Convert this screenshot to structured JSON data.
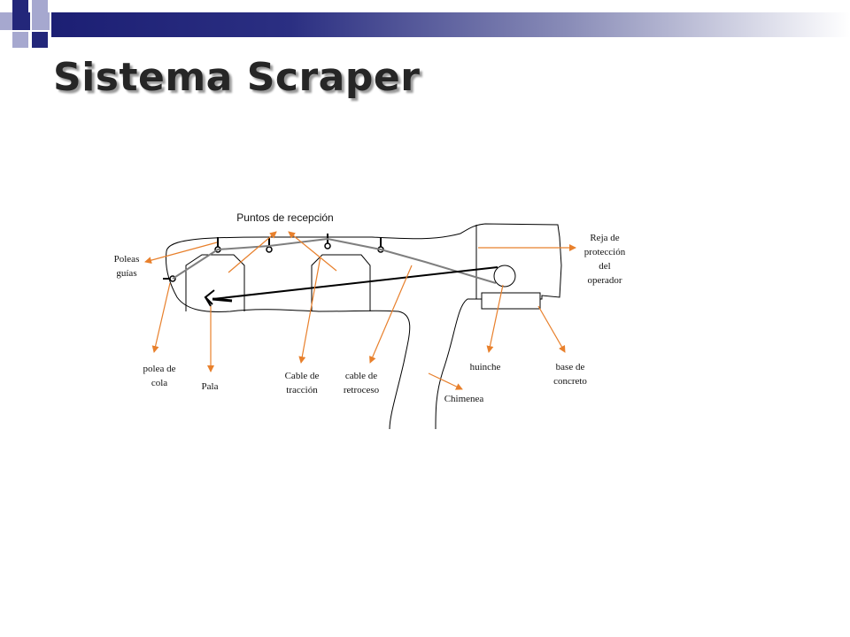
{
  "slide": {
    "title": "Sistema Scraper",
    "colors": {
      "title_bar_dark": "#1c1f74",
      "square_dark": "#23277a",
      "square_light": "#a6a8cf",
      "arrow": "#e8802c",
      "cable": "#7f7f7f"
    }
  },
  "diagram": {
    "labels": {
      "puntos_recepcion": "Puntos de recepción",
      "poleas_line1": "Poleas",
      "poleas_line2": "guías",
      "reja_line1": "Reja de",
      "reja_line2": "protección",
      "reja_line3": "del",
      "reja_line4": "operador",
      "polea_cola_line1": "polea de",
      "polea_cola_line2": "cola",
      "pala": "Pala",
      "cable_traccion_line1": "Cable de",
      "cable_traccion_line2": "tracción",
      "cable_retroceso_line1": "cable de",
      "cable_retroceso_line2": "retroceso",
      "huinche": "huinche",
      "base_line1": "base de",
      "base_line2": "concreto",
      "chimenea": "Chimenea"
    }
  }
}
